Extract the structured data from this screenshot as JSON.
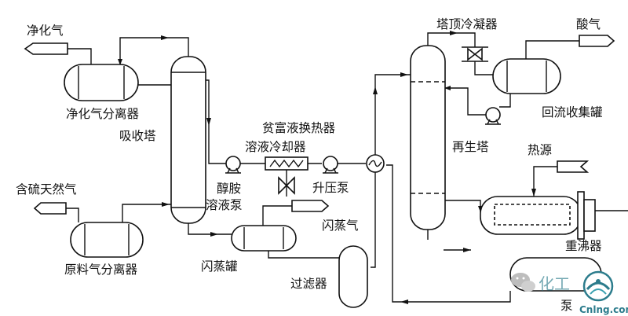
{
  "labels": {
    "clean_gas": "净化气",
    "clean_gas_separator": "净化气分离器",
    "absorber": "吸收塔",
    "rich_lean_exchanger": "贫富液换热器",
    "solution_cooler": "溶液冷却器",
    "amine_pump_1": "醇胺",
    "amine_pump_2": "溶液泵",
    "booster_pump": "升压泵",
    "sour_natural_gas": "含硫天然气",
    "feed_gas_separator": "原料气分离器",
    "flash_tank": "闪蒸罐",
    "flash_gas": "闪蒸气",
    "filter": "过滤器",
    "condenser": "塔顶冷凝器",
    "acid_gas": "酸气",
    "reflux_drum": "回流收集罐",
    "regenerator": "再生塔",
    "heat_source": "热源",
    "reboiler": "重沸器",
    "partial_cut": "泵"
  },
  "watermark": {
    "text": "化工",
    "site": "Cnlng.com"
  },
  "colors": {
    "line": "#111111",
    "watermark": "#2c7c8c"
  }
}
